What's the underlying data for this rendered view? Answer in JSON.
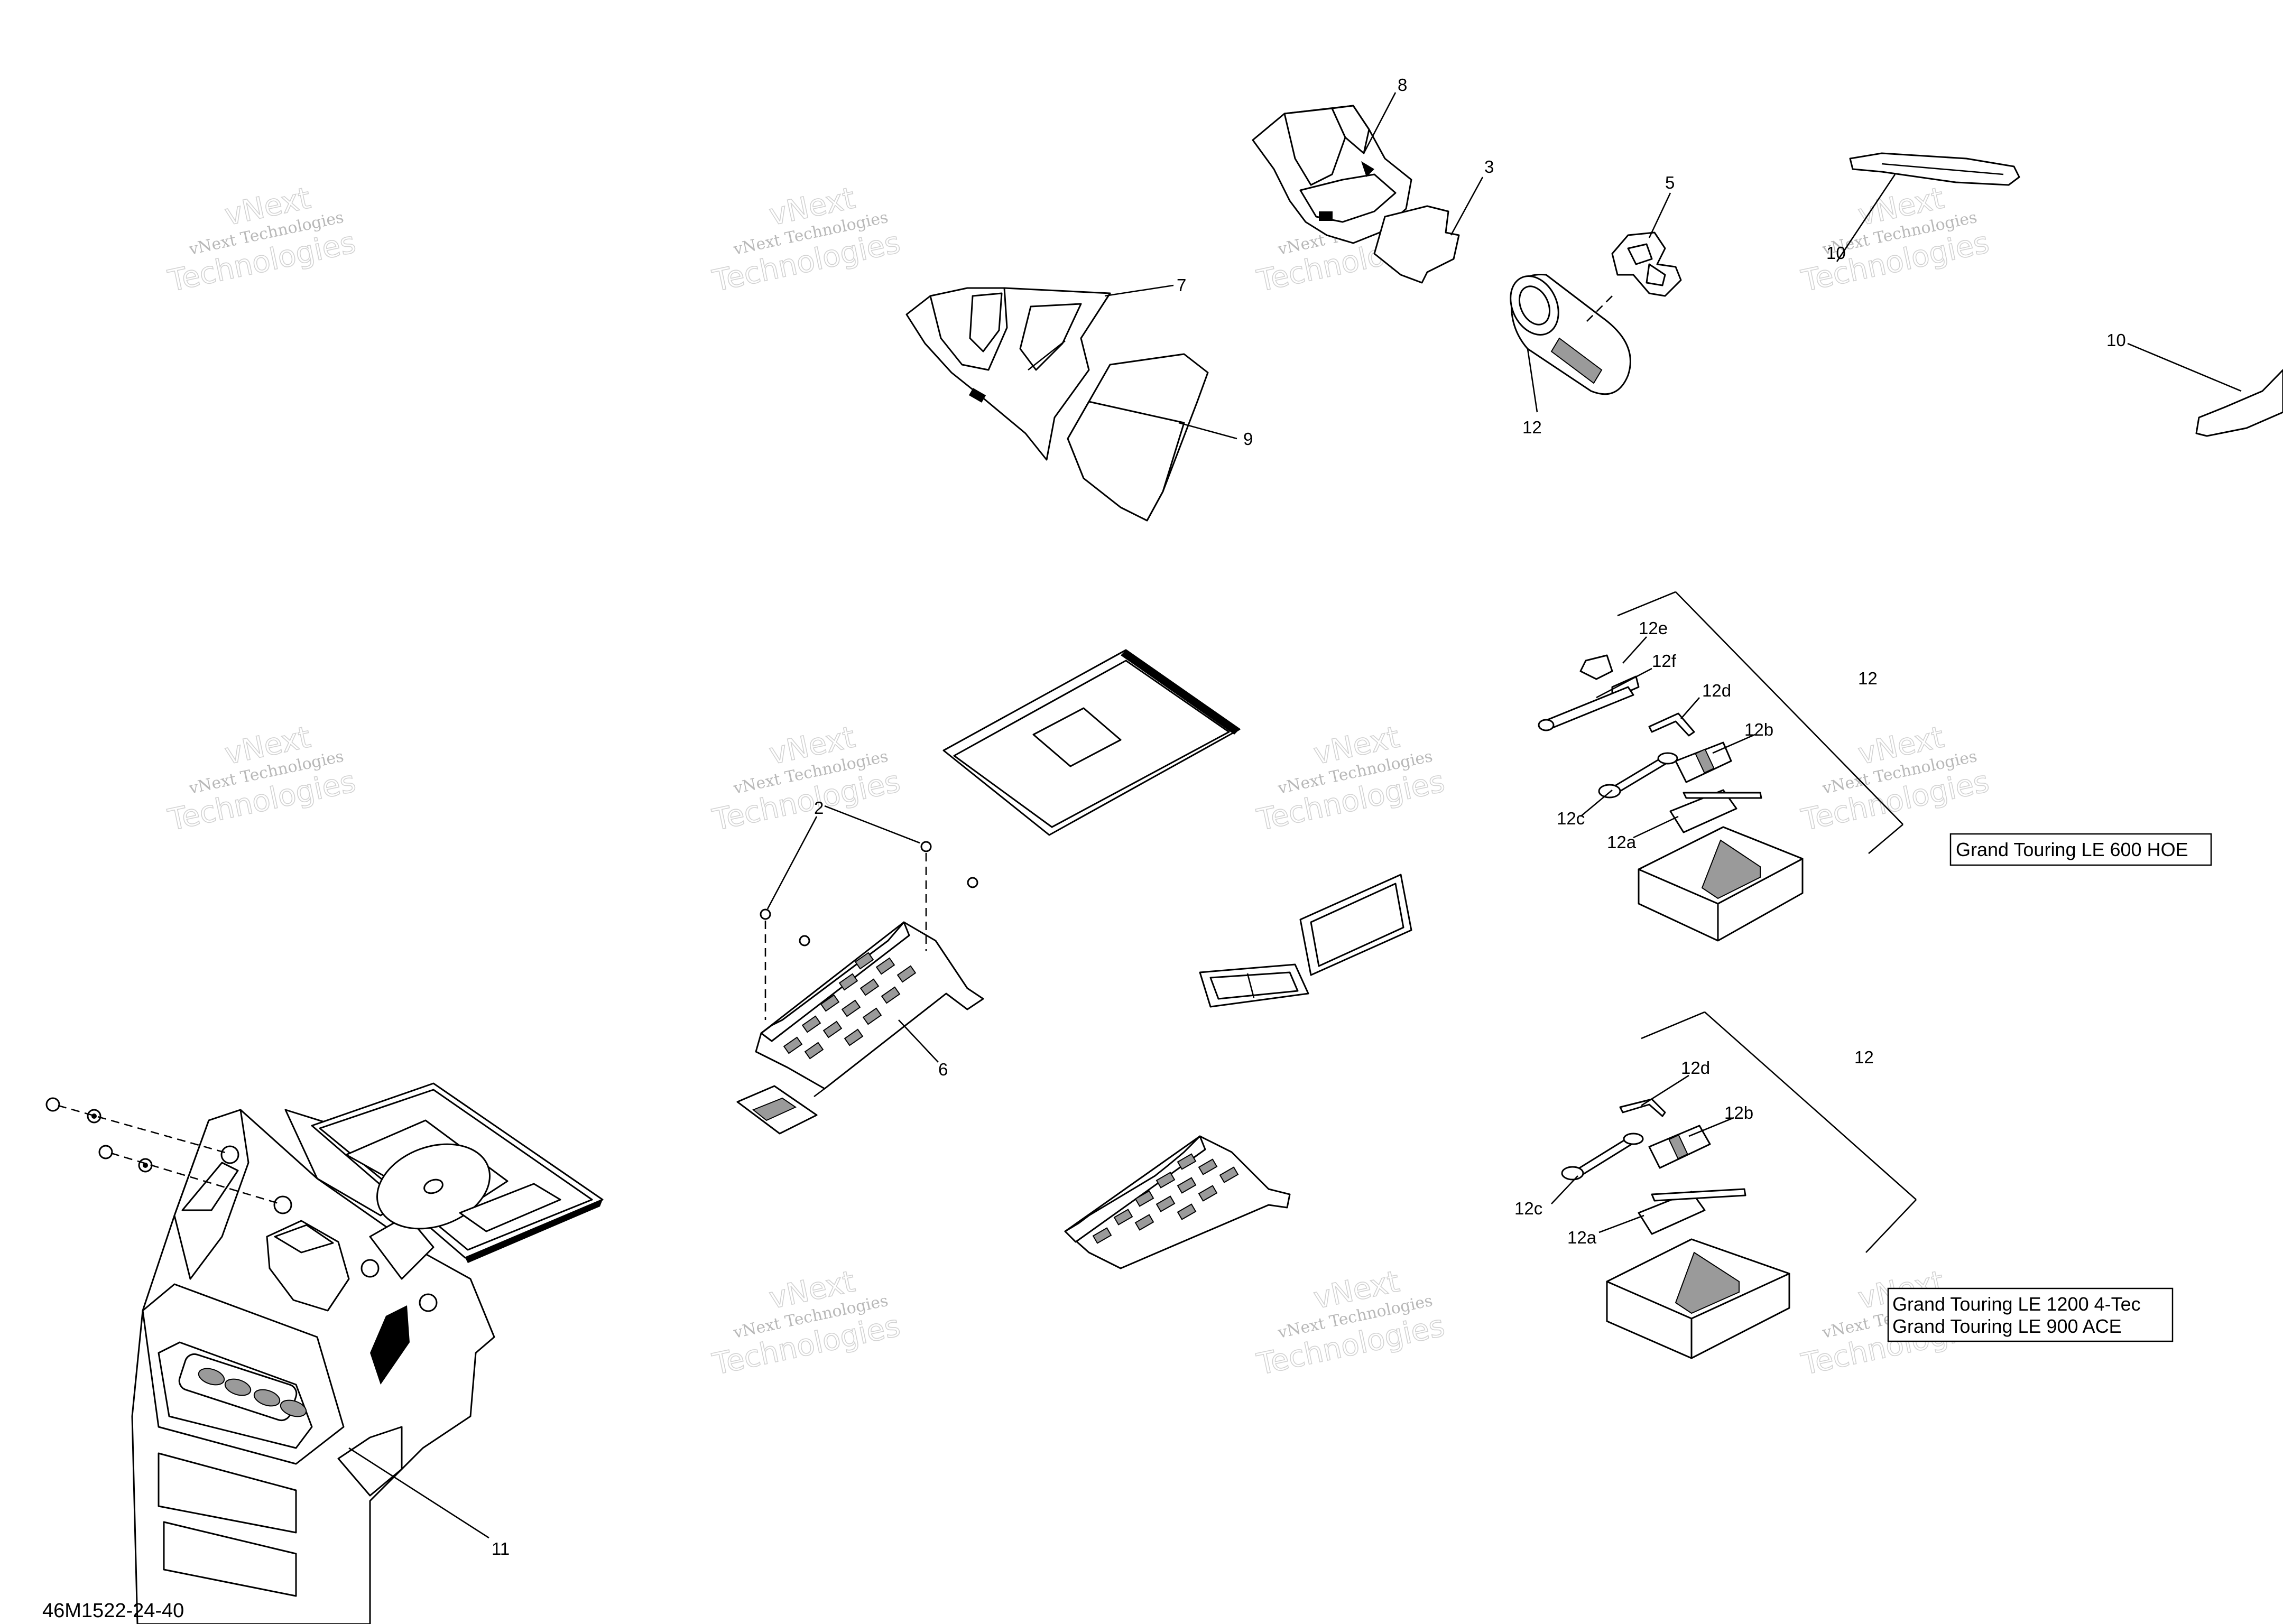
{
  "diagram": {
    "reference_code": "46M1522-24-40",
    "watermark_line1": "vNext Technologies",
    "watermark_line2a": "vNext",
    "watermark_line2b": "Technologies",
    "callouts": {
      "c2": "2",
      "c3": "3",
      "c5": "5",
      "c6": "6",
      "c7": "7",
      "c8": "8",
      "c9": "9",
      "c10a": "10",
      "c10b": "10",
      "c11": "11",
      "c12_bottle": "12",
      "c12_kit1": "12",
      "c12_kit2": "12",
      "c12e": "12e",
      "c12f": "12f",
      "c12d_1": "12d",
      "c12b_1": "12b",
      "c12c_1": "12c",
      "c12a_1": "12a",
      "c12d_2": "12d",
      "c12b_2": "12b",
      "c12c_2": "12c",
      "c12a_2": "12a"
    },
    "model_box_1": {
      "line1": "Grand Touring LE 600 HOE"
    },
    "model_box_2": {
      "line1": "Grand Touring LE 1200 4-Tec",
      "line2": "Grand Touring LE 900 ACE"
    }
  }
}
